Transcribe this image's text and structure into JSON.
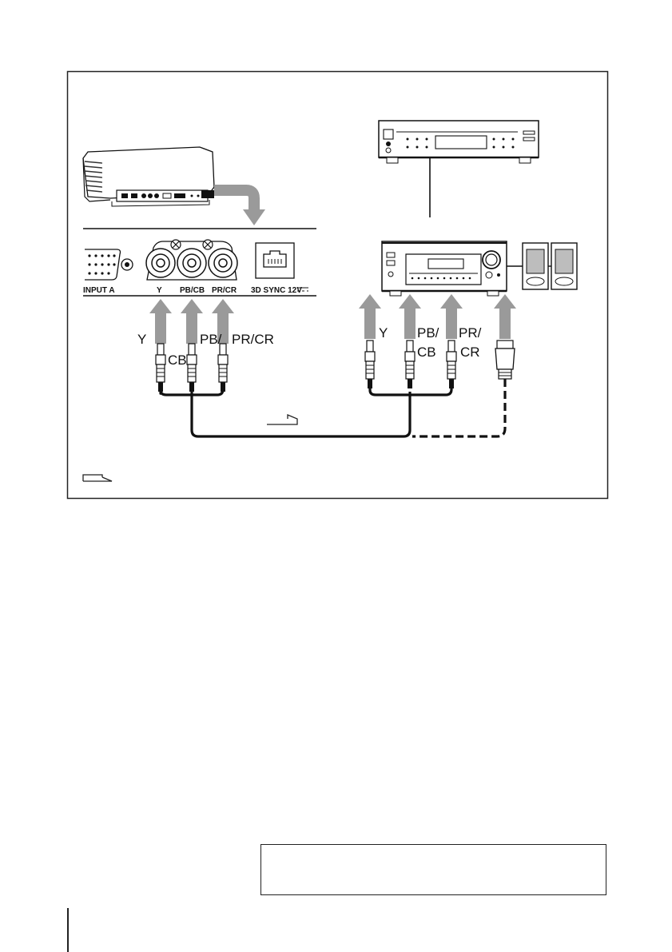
{
  "diagram": {
    "panel_labels": {
      "input_a": "INPUT A",
      "y": "Y",
      "pb_cb": "PB/CB",
      "pr_cr": "PR/CR",
      "sync": "3D SYNC 12V"
    },
    "left_plugs": {
      "y": "Y",
      "pb_line1": "PB/",
      "pb_line2": "CB",
      "pr": "PR/CR"
    },
    "right_plugs": {
      "y": "Y",
      "pb_line1": "PB/",
      "pb_line2": "CB",
      "pr_line1": "PR/",
      "pr_line2": "CR"
    }
  }
}
